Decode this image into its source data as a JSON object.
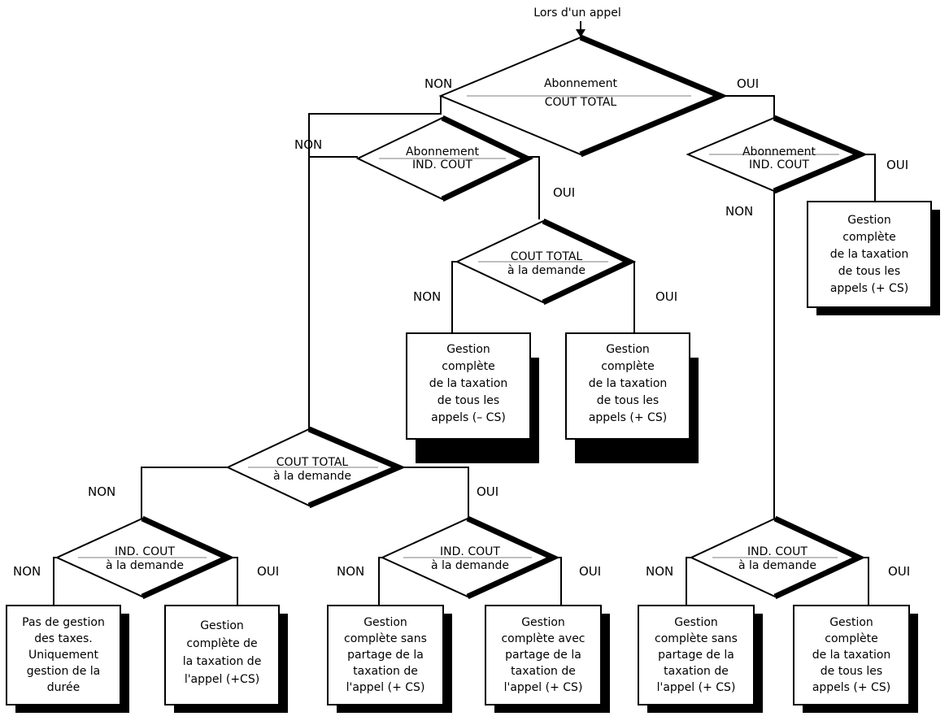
{
  "start_label": "Lors d'un appel",
  "decisions": {
    "d1": [
      "Abonnement",
      "COUT TOTAL"
    ],
    "d2": [
      "Abonnement",
      "IND. COUT"
    ],
    "d3": [
      "Abonnement",
      "IND. COUT"
    ],
    "d4": [
      "COUT TOTAL",
      "à la demande"
    ],
    "d5": [
      "COUT TOTAL",
      "à la demande"
    ],
    "d6": [
      "IND. COUT",
      "à la demande"
    ],
    "d7": [
      "IND. COUT",
      "à la demande"
    ],
    "d8": [
      "IND. COUT",
      "à la demande"
    ]
  },
  "branch_labels": {
    "no": "NON",
    "yes": "OUI"
  },
  "outcomes": {
    "r1": [
      "Gestion",
      "complète",
      "de la taxation",
      "de tous les",
      "appels (+ CS)"
    ],
    "r2": [
      "Gestion",
      "complète",
      "de la taxation",
      "de tous les",
      "appels (– CS)"
    ],
    "r3": [
      "Gestion",
      "complète",
      "de la taxation",
      "de tous les",
      "appels (+ CS)"
    ],
    "r4": [
      "Pas de gestion",
      "des taxes.",
      "Uniquement",
      "gestion  de la",
      "durée"
    ],
    "r5": [
      "Gestion",
      "complète de",
      "la taxation de",
      "l'appel (+CS)"
    ],
    "r6": [
      "Gestion",
      "complète sans",
      "partage de la",
      "taxation de",
      "l'appel (+ CS)"
    ],
    "r7": [
      "Gestion",
      "complète avec",
      "partage de la",
      "taxation de",
      "l'appel (+ CS)"
    ],
    "r8": [
      "Gestion",
      "complète sans",
      "partage de la",
      "taxation de",
      "l'appel (+ CS)"
    ],
    "r9": [
      "Gestion",
      "complète",
      "de la taxation",
      "de tous les",
      "appels (+ CS)"
    ]
  }
}
